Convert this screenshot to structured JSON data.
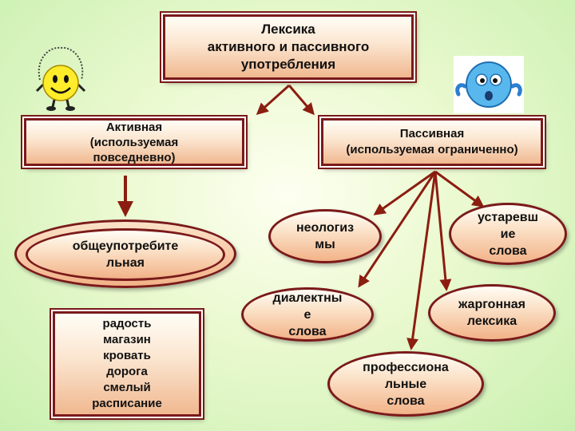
{
  "title_box": {
    "text": "Лексика\nактивного и пассивного\nупотребления"
  },
  "active_box": {
    "text": "Активная\n(используемая\nповседневно)"
  },
  "passive_box": {
    "text": "Пассивная\n(используемая ограниченно)"
  },
  "common_ellipse": {
    "text": "общеупотребите\nльная"
  },
  "examples_box": {
    "words": "радость\nмагазин\nкровать\nдорога\nсмелый\nрасписание"
  },
  "passive_types": {
    "neologisms": "неологиз\nмы",
    "archaisms": "устаревш\nие\nслова",
    "dialect": "диалектны\nе\nслова",
    "jargon": "жаргонная\nлексика",
    "professional": "профессиона\nльные\nслова"
  },
  "colors": {
    "arrow": "#8b1e10",
    "border": "#7a1a1a",
    "accent": "#f2b288"
  },
  "icons": {
    "left": "jumping-smiley-icon",
    "right": "blue-surprised-smiley-icon"
  }
}
